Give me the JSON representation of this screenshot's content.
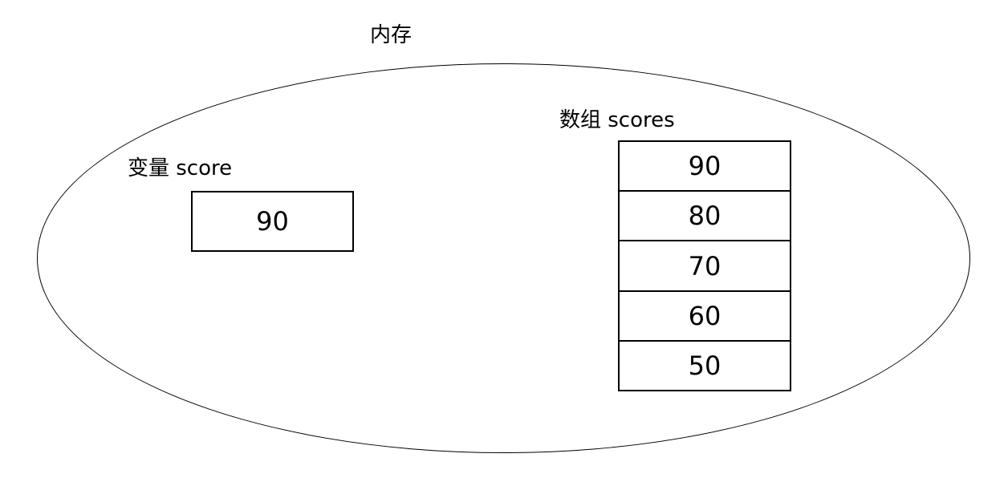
{
  "diagram": {
    "title": "内存",
    "variable": {
      "label": "变量 score",
      "value": "90"
    },
    "array": {
      "label": "数组 scores",
      "cells": [
        "90",
        "80",
        "70",
        "60",
        "50"
      ]
    }
  },
  "colors": {
    "line": "#000000",
    "background": "#ffffff",
    "text": "#000000"
  }
}
